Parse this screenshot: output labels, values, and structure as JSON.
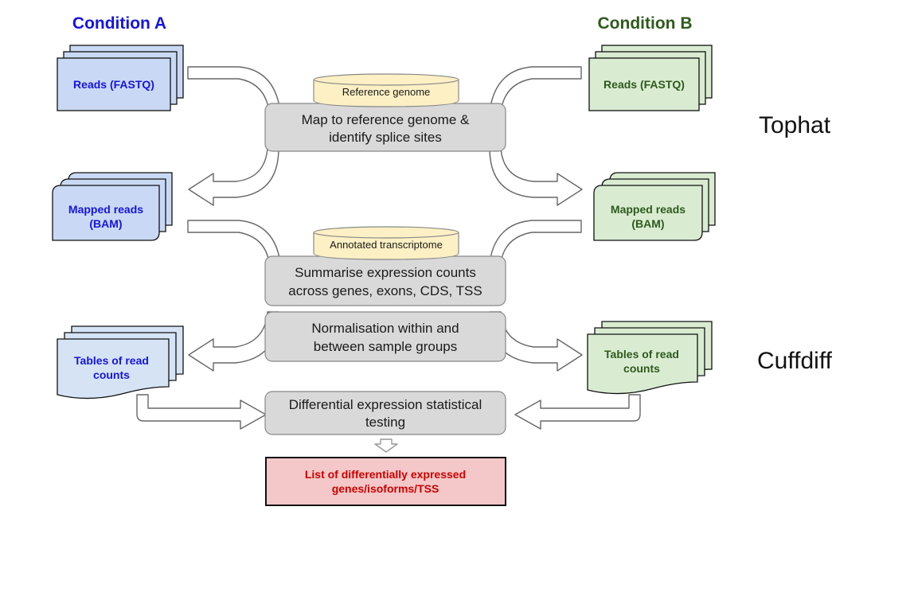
{
  "conditions": {
    "a": "Condition A",
    "b": "Condition B"
  },
  "documents": {
    "reads_a": "Reads (FASTQ)",
    "reads_b": "Reads (FASTQ)",
    "mapped_a": [
      "Mapped reads",
      "(BAM)"
    ],
    "mapped_b": [
      "Mapped reads",
      "(BAM)"
    ],
    "tables_a": [
      "Tables of read",
      "counts"
    ],
    "tables_b": [
      "Tables of read",
      "counts"
    ]
  },
  "references": {
    "genome": "Reference genome",
    "transcriptome": "Annotated transcriptome"
  },
  "steps": {
    "map": [
      "Map to reference genome &",
      "identify splice sites"
    ],
    "summarise": [
      "Summarise expression counts",
      "across genes, exons, CDS, TSS"
    ],
    "normalise": [
      "Normalisation within and",
      "between sample groups"
    ],
    "differential": [
      "Differential expression statistical",
      "testing"
    ]
  },
  "result": [
    "List of differentially expressed",
    "genes/isoforms/TSS"
  ],
  "tools": {
    "tophat": "Tophat",
    "cuffdiff": "Cuffdiff"
  },
  "colors": {
    "condition_a": "#1515e0",
    "condition_b": "#2e5a1c",
    "doc_a_fill": "#c9d9f5",
    "doc_b_fill": "#d9ecd2",
    "process_fill": "#d9d9d9",
    "cylinder_fill": "#fdf0c4",
    "result_fill": "#f4c8c8",
    "result_text": "#cc0000"
  }
}
